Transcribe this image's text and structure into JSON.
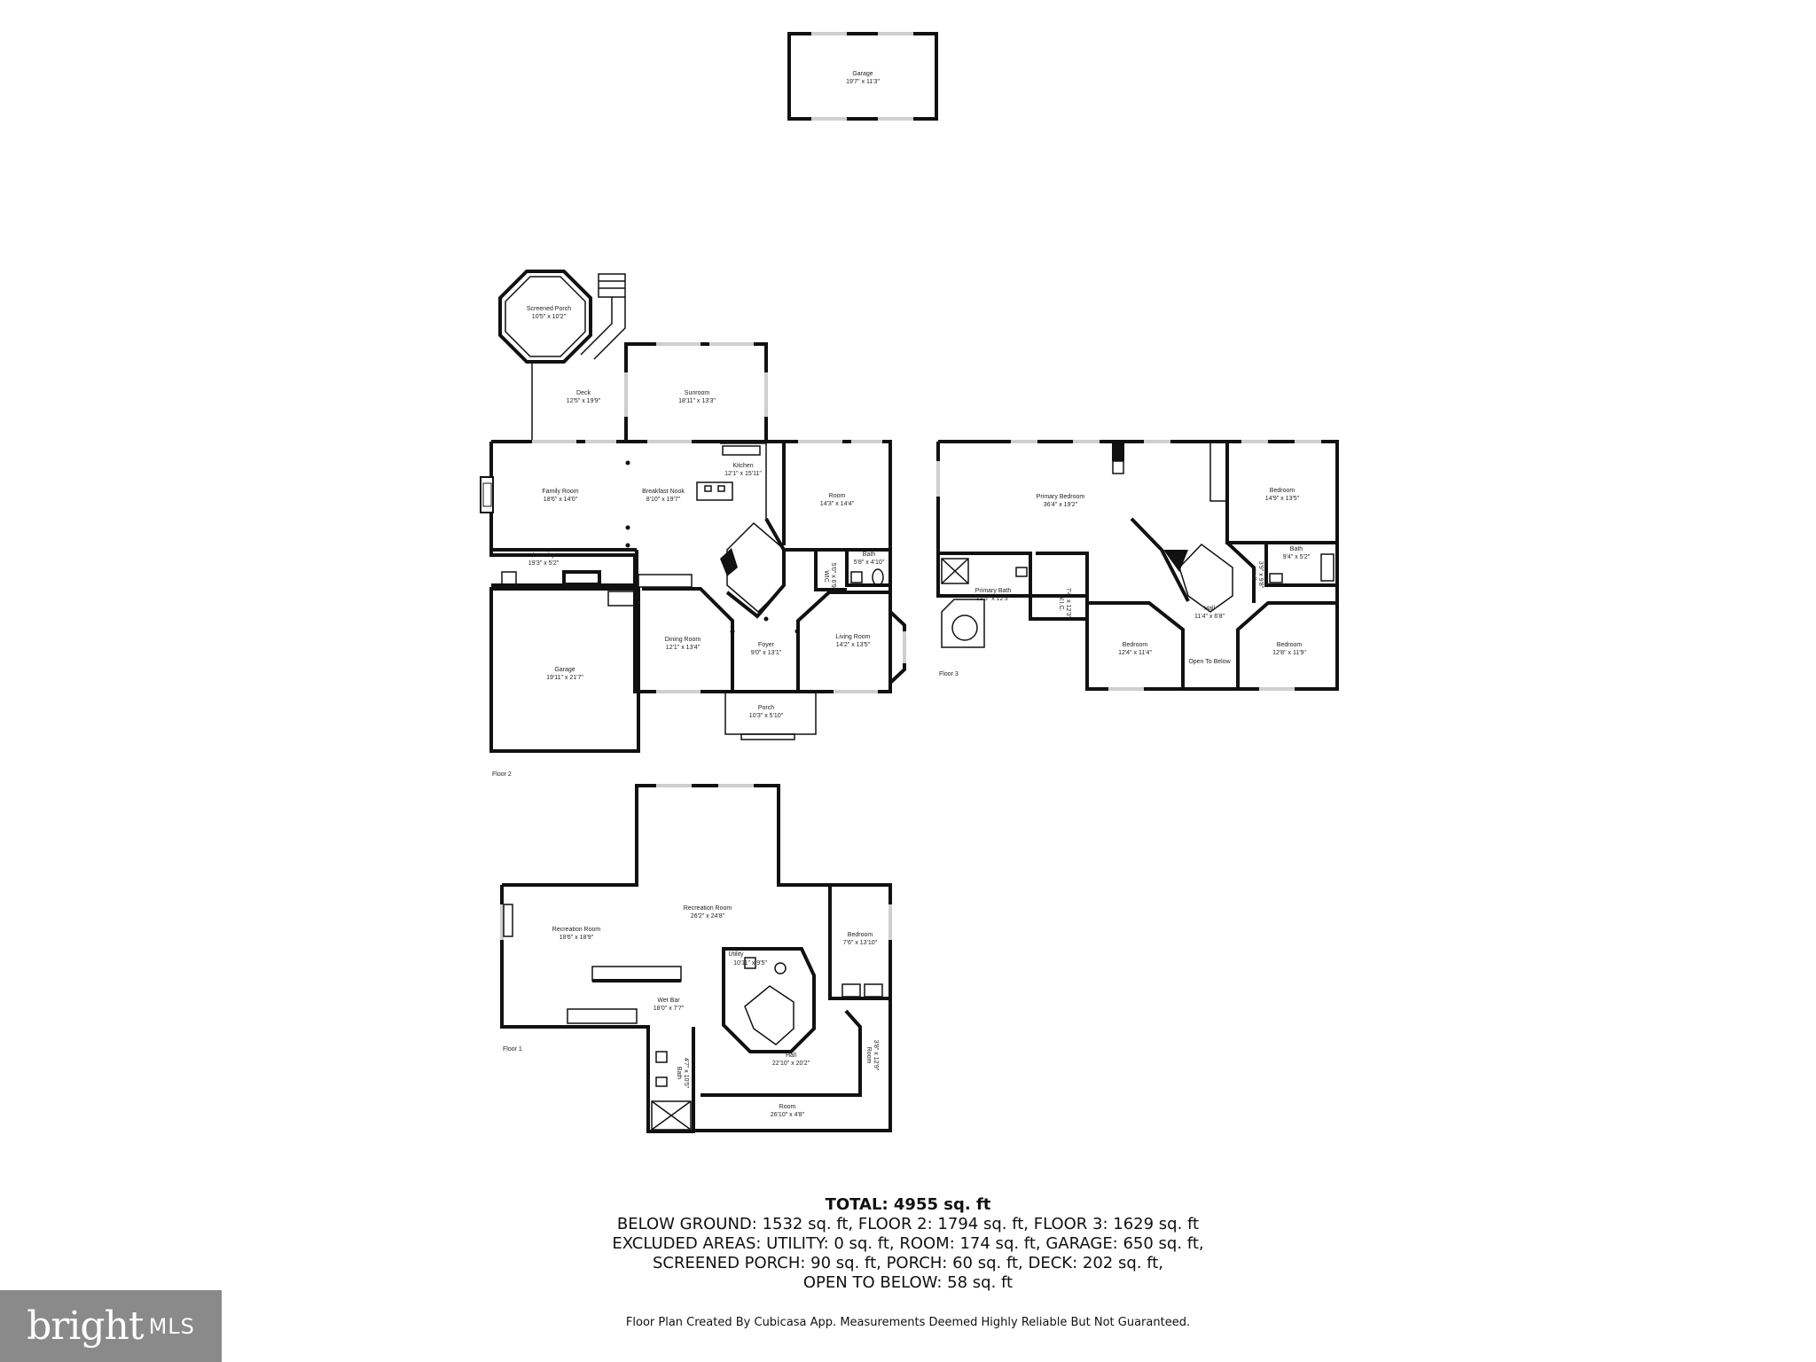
{
  "floors": {
    "floor2_label": "Floor 2",
    "floor3_label": "Floor 3",
    "floor1_label": "Floor 1"
  },
  "rooms": {
    "detached_garage": {
      "name": "Garage",
      "dims": "19'7\" x 11'3\""
    },
    "screened_porch": {
      "name": "Screened Porch",
      "dims": "10'5\" x 10'2\""
    },
    "deck": {
      "name": "Deck",
      "dims": "12'5\" x 19'9\""
    },
    "sunroom": {
      "name": "Sunroom",
      "dims": "18'11\" x 13'3\""
    },
    "family_room": {
      "name": "Family Room",
      "dims": "18'6\" x 14'0\""
    },
    "breakfast_nook": {
      "name": "Breakfast Nook",
      "dims": "8'10\" x 19'7\""
    },
    "kitchen": {
      "name": "Kitchen",
      "dims": "12'1\" x 15'11\""
    },
    "room_f2": {
      "name": "Room",
      "dims": "14'3\" x 14'4\""
    },
    "laundry": {
      "name": "Laundry",
      "dims": "19'3\" x 5'2\""
    },
    "bath_f2": {
      "name": "Bath",
      "dims": "5'8\" x 4'10\""
    },
    "garage_f2": {
      "name": "Garage",
      "dims": "19'11\" x 21'7\""
    },
    "dining_room": {
      "name": "Dining Room",
      "dims": "12'1\" x 13'4\""
    },
    "foyer": {
      "name": "Foyer",
      "dims": "9'0\" x 13'1\""
    },
    "living_room": {
      "name": "Living Room",
      "dims": "14'2\" x 13'5\""
    },
    "porch": {
      "name": "Porch",
      "dims": "10'3\" x 5'10\""
    },
    "wic_f2": {
      "name": "WIC",
      "dims": "5'0\" x 6'9\""
    },
    "primary_bedroom": {
      "name": "Primary Bedroom",
      "dims": "36'4\" x 19'2\""
    },
    "primary_bath": {
      "name": "Primary Bath",
      "dims": "12'5\" x 12'3\""
    },
    "wic_f3": {
      "name": "W.I.C.",
      "dims": "7'4\" x 12'3\""
    },
    "bedroom_ne": {
      "name": "Bedroom",
      "dims": "14'9\" x 13'5\""
    },
    "bath_f3": {
      "name": "Bath",
      "dims": "9'4\" x 5'2\""
    },
    "hall_f3": {
      "name": "Hall",
      "dims": "11'4\" x 6'8\""
    },
    "hall_f3_small": {
      "name": "Hall",
      "dims": "3'9\" x 9'8\""
    },
    "bedroom_sw": {
      "name": "Bedroom",
      "dims": "12'4\" x 11'4\""
    },
    "open_to_below": {
      "name": "Open To Below",
      "dims": ""
    },
    "bedroom_se": {
      "name": "Bedroom",
      "dims": "12'8\" x 11'9\""
    },
    "recreation_room_w": {
      "name": "Recreation Room",
      "dims": "18'6\" x 18'9\""
    },
    "recreation_room_c": {
      "name": "Recreation Room",
      "dims": "26'2\" x 24'8\""
    },
    "bedroom_f1": {
      "name": "Bedroom",
      "dims": "7'6\" x 13'10\""
    },
    "utility": {
      "name": "Utility",
      "dims": "10'11\" x 9'5\""
    },
    "wet_bar": {
      "name": "Wet Bar",
      "dims": "18'0\" x 7'7\""
    },
    "hall_f1": {
      "name": "Hall",
      "dims": "22'10\" x 20'2\""
    },
    "bath_f1": {
      "name": "Bath",
      "dims": "4'7\" x 10'5\""
    },
    "room_f1_side": {
      "name": "Room",
      "dims": "3'8\" x 12'9\""
    },
    "room_f1_bottom": {
      "name": "Room",
      "dims": "26'10\" x 4'8\""
    }
  },
  "summary": {
    "total": "TOTAL: 4955 sq. ft",
    "line1": "BELOW GROUND: 1532 sq. ft, FLOOR 2: 1794 sq. ft, FLOOR 3: 1629 sq. ft",
    "line2": "EXCLUDED AREAS: UTILITY: 0 sq. ft, ROOM: 174 sq. ft, GARAGE: 650 sq. ft,",
    "line3": "SCREENED PORCH: 90 sq. ft, PORCH: 60 sq. ft, DECK: 202 sq. ft,",
    "line4": "OPEN TO BELOW: 58 sq. ft"
  },
  "credit": "Floor Plan Created By Cubicasa App. Measurements Deemed Highly Reliable But Not Guaranteed.",
  "logo": {
    "brand": "bright",
    "suffix": "MLS",
    "color": "#8a8a8a"
  }
}
